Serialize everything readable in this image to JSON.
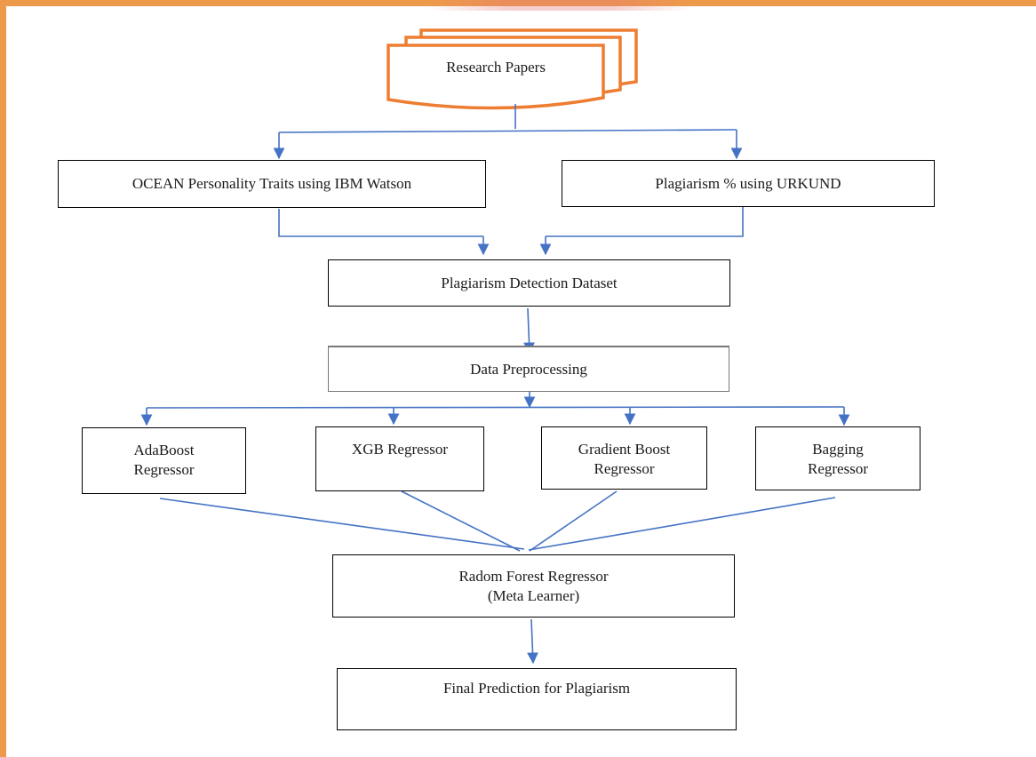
{
  "diagram": {
    "source": {
      "label": "Research Papers"
    },
    "features": [
      {
        "label": "OCEAN Personality Traits using IBM Watson"
      },
      {
        "label": "Plagiarism % using URKUND"
      }
    ],
    "dataset": {
      "label": "Plagiarism Detection Dataset"
    },
    "preprocessing": {
      "label": "Data Preprocessing"
    },
    "base_models": [
      {
        "label": "AdaBoost\nRegressor"
      },
      {
        "label": "XGB Regressor"
      },
      {
        "label": "Gradient Boost\nRegressor"
      },
      {
        "label": "Bagging\nRegressor"
      }
    ],
    "meta_learner": {
      "label": "Radom Forest Regressor\n(Meta Learner)"
    },
    "output": {
      "label": "Final Prediction for Plagiarism"
    }
  },
  "colors": {
    "frame": "#ed9a4b",
    "document_outline": "#ed7d31",
    "connector": "#4472c4",
    "box_border": "#000000"
  }
}
